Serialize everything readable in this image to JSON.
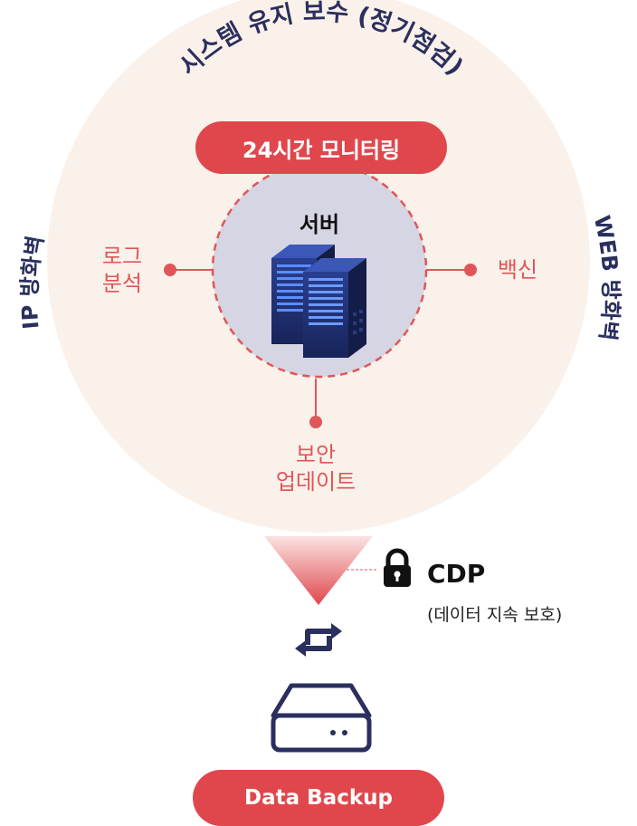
{
  "top_arc_title": "시스템 유지 보수 (정기점검)",
  "left_side_title": "IP 방화벽",
  "right_side_title": "WEB 방화벽",
  "monitor_badge": "24시간 모니터링",
  "server_label": "서버",
  "left_item": [
    "로그",
    "분석"
  ],
  "right_item": "백신",
  "bottom_item": [
    "보안",
    "업데이트"
  ],
  "cdp": {
    "title": "CDP",
    "subtitle": "(데이터 지속 보호)"
  },
  "backup_badge": "Data Backup",
  "colors": {
    "circle_bg": "#faf1ea",
    "accent_red": "#e0474c",
    "navy": "#2a2f5e",
    "server_circle": "#d5d5e3"
  },
  "icons": [
    "server-rack-icon",
    "lock-icon",
    "sync-arrows-icon",
    "hard-drive-icon"
  ]
}
